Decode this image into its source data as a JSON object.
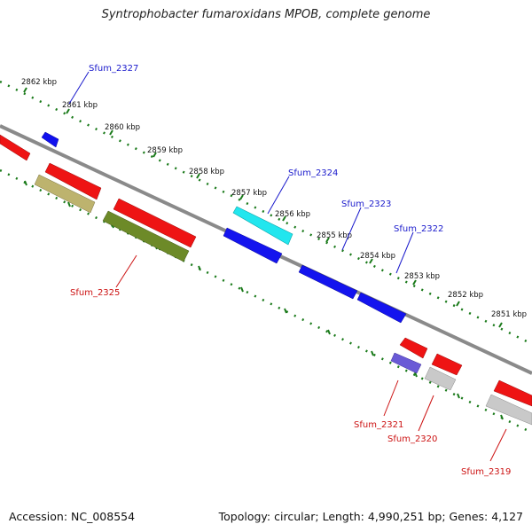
{
  "title": "Syntrophobacter fumaroxidans MPOB, complete genome",
  "accession": "Accession: NC_008554",
  "topology": "Topology: circular; Length: 4,990,251 bp; Genes: 4,127",
  "colors": {
    "backbone": "#888888",
    "ticks": "#1a7a1a",
    "forward_label": "#1a1acc",
    "reverse_label": "#cc1111"
  },
  "kbp_labels": [
    "2862 kbp",
    "2861 kbp",
    "2860 kbp",
    "2859 kbp",
    "2858 kbp",
    "2857 kbp",
    "2856 kbp",
    "2855 kbp",
    "2854 kbp",
    "2853 kbp",
    "2852 kbp",
    "2851 kbp"
  ],
  "gene_labels": {
    "sfum_2327": "Sfum_2327",
    "sfum_2324": "Sfum_2324",
    "sfum_2323": "Sfum_2323",
    "sfum_2322": "Sfum_2322",
    "sfum_2325": "Sfum_2325",
    "sfum_2321": "Sfum_2321",
    "sfum_2320": "Sfum_2320",
    "sfum_2319": "Sfum_2319"
  }
}
